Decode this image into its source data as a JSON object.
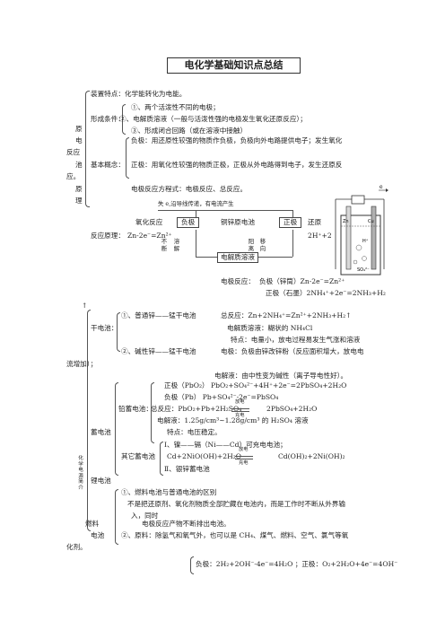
{
  "title": "电化学基础知识点总结",
  "yuandian": {
    "side_label_lines": [
      "原",
      "电",
      "反应",
      "池",
      "应。",
      "原",
      "理"
    ],
    "device": "装置特点：化学能转化为电能。",
    "cond_label": "形成条件：",
    "cond1": "①、两个活泼性不同的电极；",
    "cond2": "②、电解质溶液（一般与活泼性强的电极发生氧化还原反应）；",
    "cond3": "③、形成闭合回路（或在溶液中接触）",
    "concept_label": "基本概念：",
    "neg": "负极：用还原性较强的物质作负极，负极向外电路提供电子；发生氧化",
    "pos": "正极：用氧化性较强的物质正极，正极从外电路得到电子，发生还原反",
    "eqn": "电极反应方程式：电极反应、总反应。"
  },
  "diagram": {
    "top_note": "失 e,沿导线传递，有电流产生",
    "oxid": "氧化反应",
    "neg_box": "负极",
    "mid": "铜锌原电池",
    "pos_box": "正极",
    "redu": "还原",
    "principle_label": "反应原理：",
    "left_eqn": "Zn-2e⁻=Zn²⁺",
    "right_eqn": "2H⁺+2",
    "v_left1": "不断",
    "v_left2": "溶解",
    "v_right1": "阳离",
    "v_right2": "移向",
    "electrolyte_box": "电解质溶液"
  },
  "cell_figure": {
    "labels": [
      "e",
      "Zn",
      "Cu",
      "H⁺",
      "SO₄²⁻"
    ]
  },
  "electrode": {
    "label": "电极反应：",
    "neg": "负极（锌筒）Zn-2e⁻=Zn²⁺",
    "pos": "正极（石墨）2NH₄⁺+2e⁻=2NH₃+H₂",
    "arrow": "↑"
  },
  "battery": {
    "side_label": "化学电源简介",
    "dry_label": "干电池：",
    "dry1_title": "①、普通锌——锰干电池",
    "dry1_total": "总反应：Zn+2NH₄⁺=Zn²⁺+2NH₃+H₂↑",
    "dry1_electrolyte": "电解质溶液：糊状的 NH₄Cl",
    "dry1_feature": "特点：电量小，放电过程易发生气涨和溶液",
    "dry2_title": "②、碱性锌——锰干电池",
    "dry2_desc": "电极：负极由锌改锌粉（反应面积增大，放电电",
    "dry2_cont": "流增加）；",
    "dry2_electrolyte": "电解液：由中性变为碱性（离子导电性好）。",
    "storage_label": "蓄电池",
    "lead_label": "铅蓄电池：",
    "lead_pos": "正极（PbO₂） PbO₂+SO₄²⁻+4H⁺+2e⁻=2PbSO₄+2H₂O",
    "lead_neg": "负极（Pb）    Pb+SO₄²⁻-2e⁻=PbSO₄",
    "lead_total_left": "总反应：PbO₂+Pb+2H₂SO₄",
    "lead_total_right": "2PbSO₄+2H₂O",
    "lead_electrolyte": "电解液：1.25g/cm³~1.28g/cm³ 的 H₂SO₄ 溶液",
    "lead_feature": "特点：电压稳定。",
    "other_label": "其它蓄电池",
    "other1_title": "Ⅰ、镍——镉（Ni——Cd）可充电电池；",
    "other1_left": "Cd+2NiO(OH)+2H₂O",
    "other1_right": "Cd(OH)₂+2Ni(OH)₂",
    "other2_title": "Ⅱ、银锌蓄电池",
    "discharge": "放电",
    "charge": "充电",
    "lithium": "锂电池",
    "fuel_label_1": "燃料",
    "fuel_label_2": "电池",
    "fuel1_title": "①、燃料电池与普通电池的区别",
    "fuel1_l1": "不是把还原剂、氧化剂物质全部贮藏在电池内，而是工作时不断从外界输",
    "fuel1_l2": "入，同时",
    "fuel1_l3": "电极反应产物不断排出电池。",
    "fuel2": "②、原料：除氢气和氧气外，也可以是 CH₄、煤气、燃料、空气、氯气等氧",
    "fuel2_cont": "化剂。",
    "fuel_neg": "负极：2H₂+2OH⁻-4e⁻=4H₂O ；正极：O₂+2H₂O+4e⁻=4OH⁻"
  }
}
